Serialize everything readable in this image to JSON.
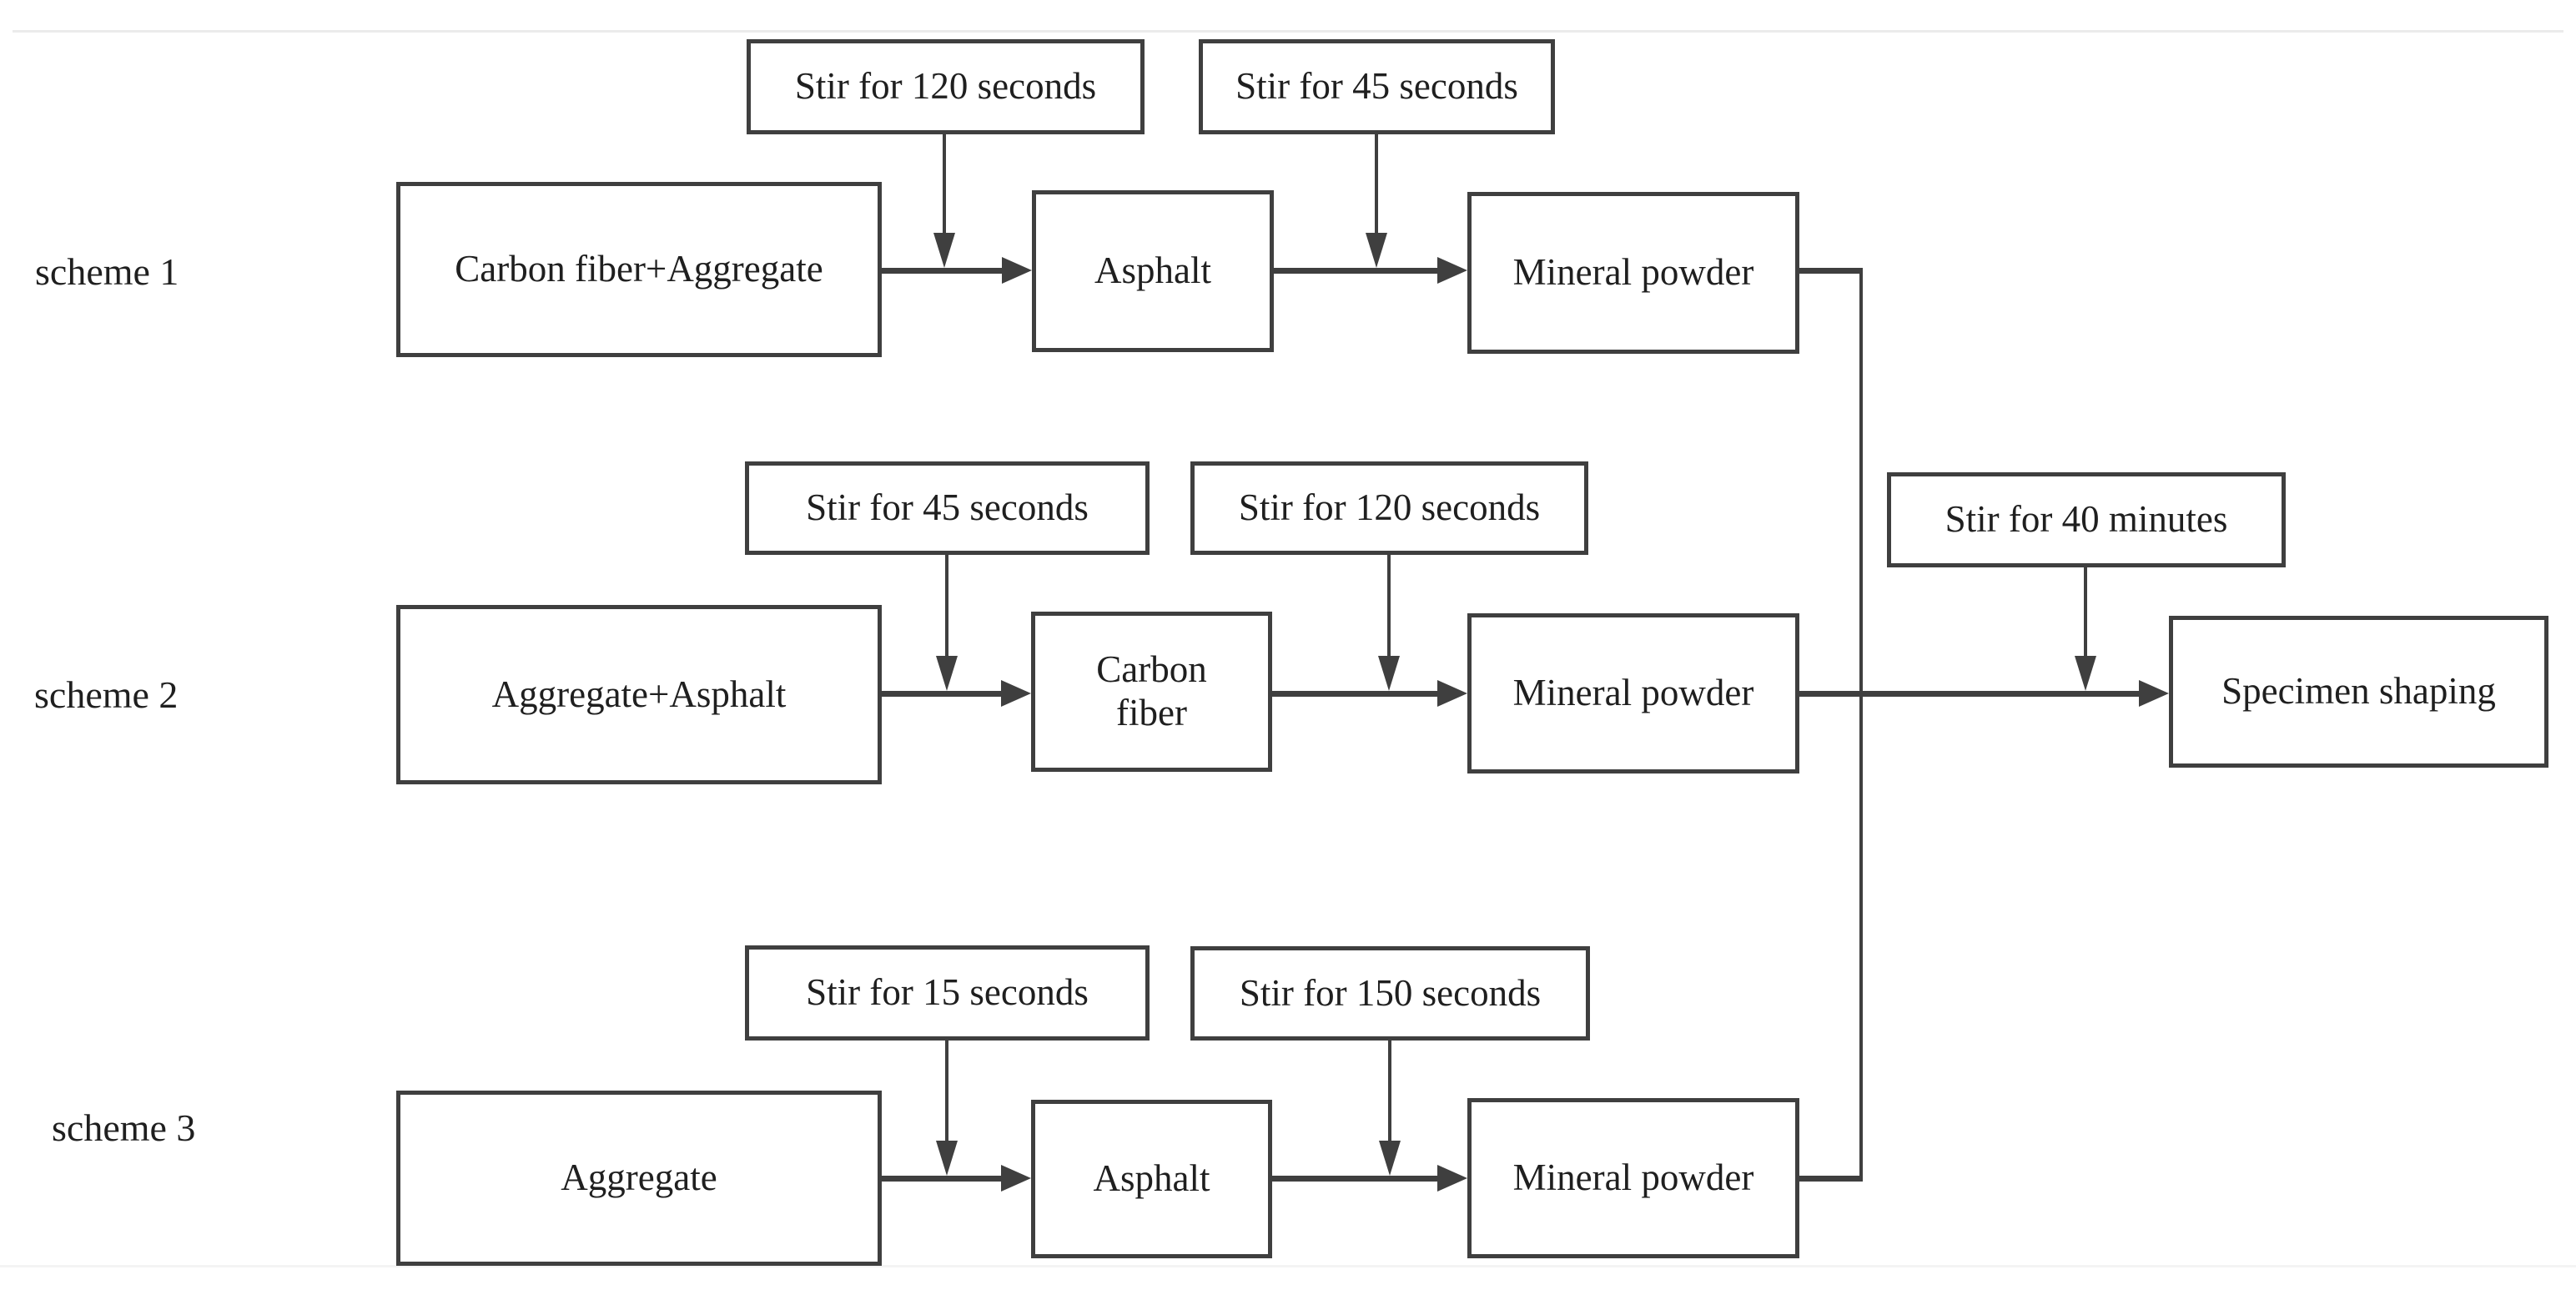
{
  "diagram": {
    "type": "flowchart",
    "schemes": [
      {
        "label": "scheme 1",
        "steps": [
          "Carbon fiber+Aggregate",
          "Asphalt",
          "Mineral powder"
        ],
        "stirs": [
          "Stir for 120 seconds",
          "Stir for 45 seconds"
        ]
      },
      {
        "label": "scheme 2",
        "steps": [
          "Aggregate+Asphalt",
          "Carbon fiber",
          "Mineral powder"
        ],
        "stirs": [
          "Stir for 45 seconds",
          "Stir for 120 seconds"
        ]
      },
      {
        "label": "scheme 3",
        "steps": [
          "Aggregate",
          "Asphalt",
          "Mineral powder"
        ],
        "stirs": [
          "Stir for 15 seconds",
          "Stir for 150 seconds"
        ]
      }
    ],
    "merge": {
      "stir": "Stir for 40 minutes",
      "target": "Specimen shaping"
    },
    "colors": {
      "line": "#3f3f3f",
      "text": "#1f1f1f",
      "background": "#ffffff"
    }
  }
}
